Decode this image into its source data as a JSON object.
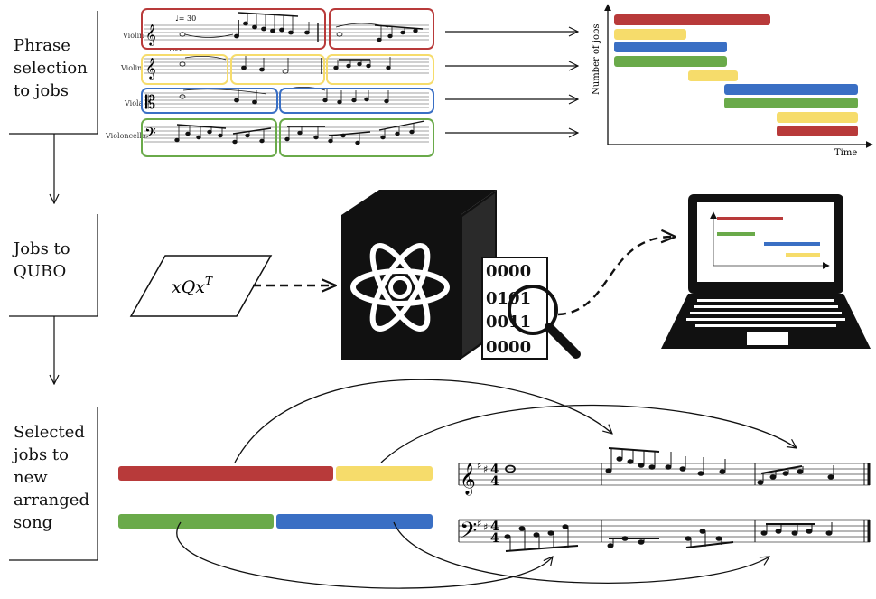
{
  "steps": {
    "s1": [
      "Phrase",
      "selection",
      "to jobs"
    ],
    "s2": [
      "Jobs to",
      "QUBO"
    ],
    "s3": [
      "Selected",
      "jobs to",
      "new",
      "arranged",
      "song"
    ]
  },
  "score": {
    "tempo": "♩= 30",
    "dynamic": "cresc.",
    "instruments": [
      "Violin",
      "Violin",
      "Viola",
      "Violoncello"
    ]
  },
  "gantt": {
    "ylabel": "Number of jobs",
    "xlabel": "Time"
  },
  "qubo": {
    "formula_base": "xQx",
    "formula_sup": "T"
  },
  "bits": {
    "rows": [
      "0000",
      "0101",
      "0011",
      "0000"
    ]
  },
  "colors": {
    "red": "#b83a3a",
    "yellow": "#f6dc6b",
    "blue": "#3a6fc4",
    "green": "#6aaa4a"
  }
}
